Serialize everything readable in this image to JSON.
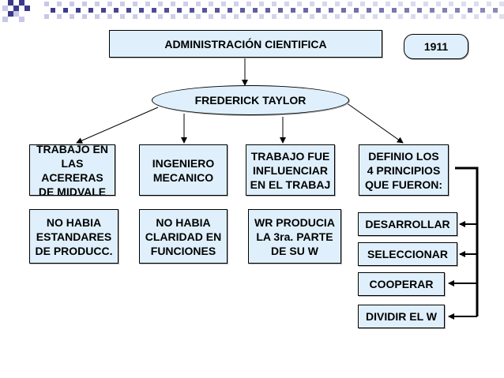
{
  "title": "ADMINISTRACIÓN CIENTIFICA",
  "year": "1911",
  "center": "FREDERICK TAYLOR",
  "columns": [
    {
      "top": "TRABAJO EN\nLAS ACERERAS\nDE MIDVALE",
      "bottom": "NO HABIA\nESTANDARES\nDE PRODUCC."
    },
    {
      "top": "INGENIERO\nMECANICO",
      "bottom": "NO HABIA\nCLARIDAD EN\nFUNCIONES"
    },
    {
      "top": "TRABAJO FUE\nINFLUENCIAR\nEN EL TRABAJ",
      "bottom": "WR PRODUCIA\nLA 3ra. PARTE\nDE SU W"
    },
    {
      "top": "DEFINIO LOS\n4 PRINCIPIOS\nQUE FUERON:"
    }
  ],
  "principles": [
    "DESARROLLAR",
    "SELECCIONAR",
    "COOPERAR",
    "DIVIDIR EL W"
  ],
  "colors": {
    "box_fill": "#dff0fc",
    "deco_dark": "#3a3a8c",
    "deco_light": "#c8c8e6",
    "line": "#000000"
  }
}
